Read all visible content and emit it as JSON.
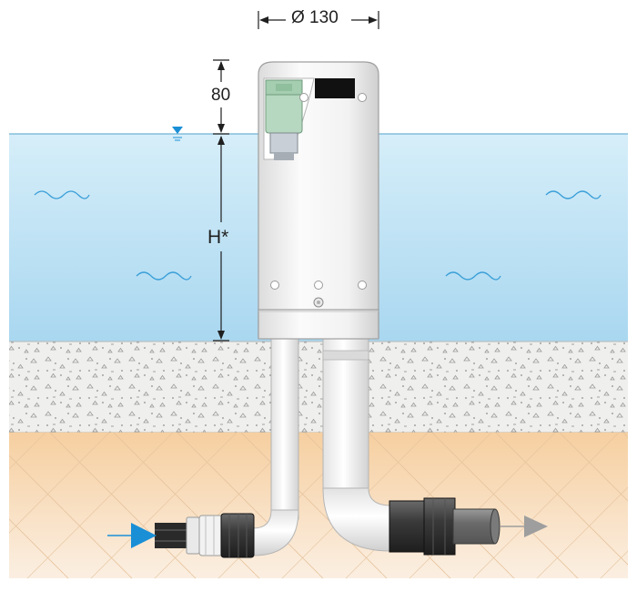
{
  "dimensions": {
    "diameter_label": "Ø 130",
    "height_label": "80",
    "depth_label": "H*"
  },
  "colors": {
    "water_top": "#cfe9f6",
    "water_bottom": "#a9d7f0",
    "gravel": "#eeeeec",
    "soil": "#f7d9b4",
    "housing": "#f1f1f1",
    "sensor": "#b7d8c0",
    "arrow_in": "#1a8fd6",
    "arrow_out": "#9e9e9e"
  },
  "icons": [
    "water-level-icon",
    "flow-in-arrow-icon",
    "flow-out-arrow-icon"
  ]
}
